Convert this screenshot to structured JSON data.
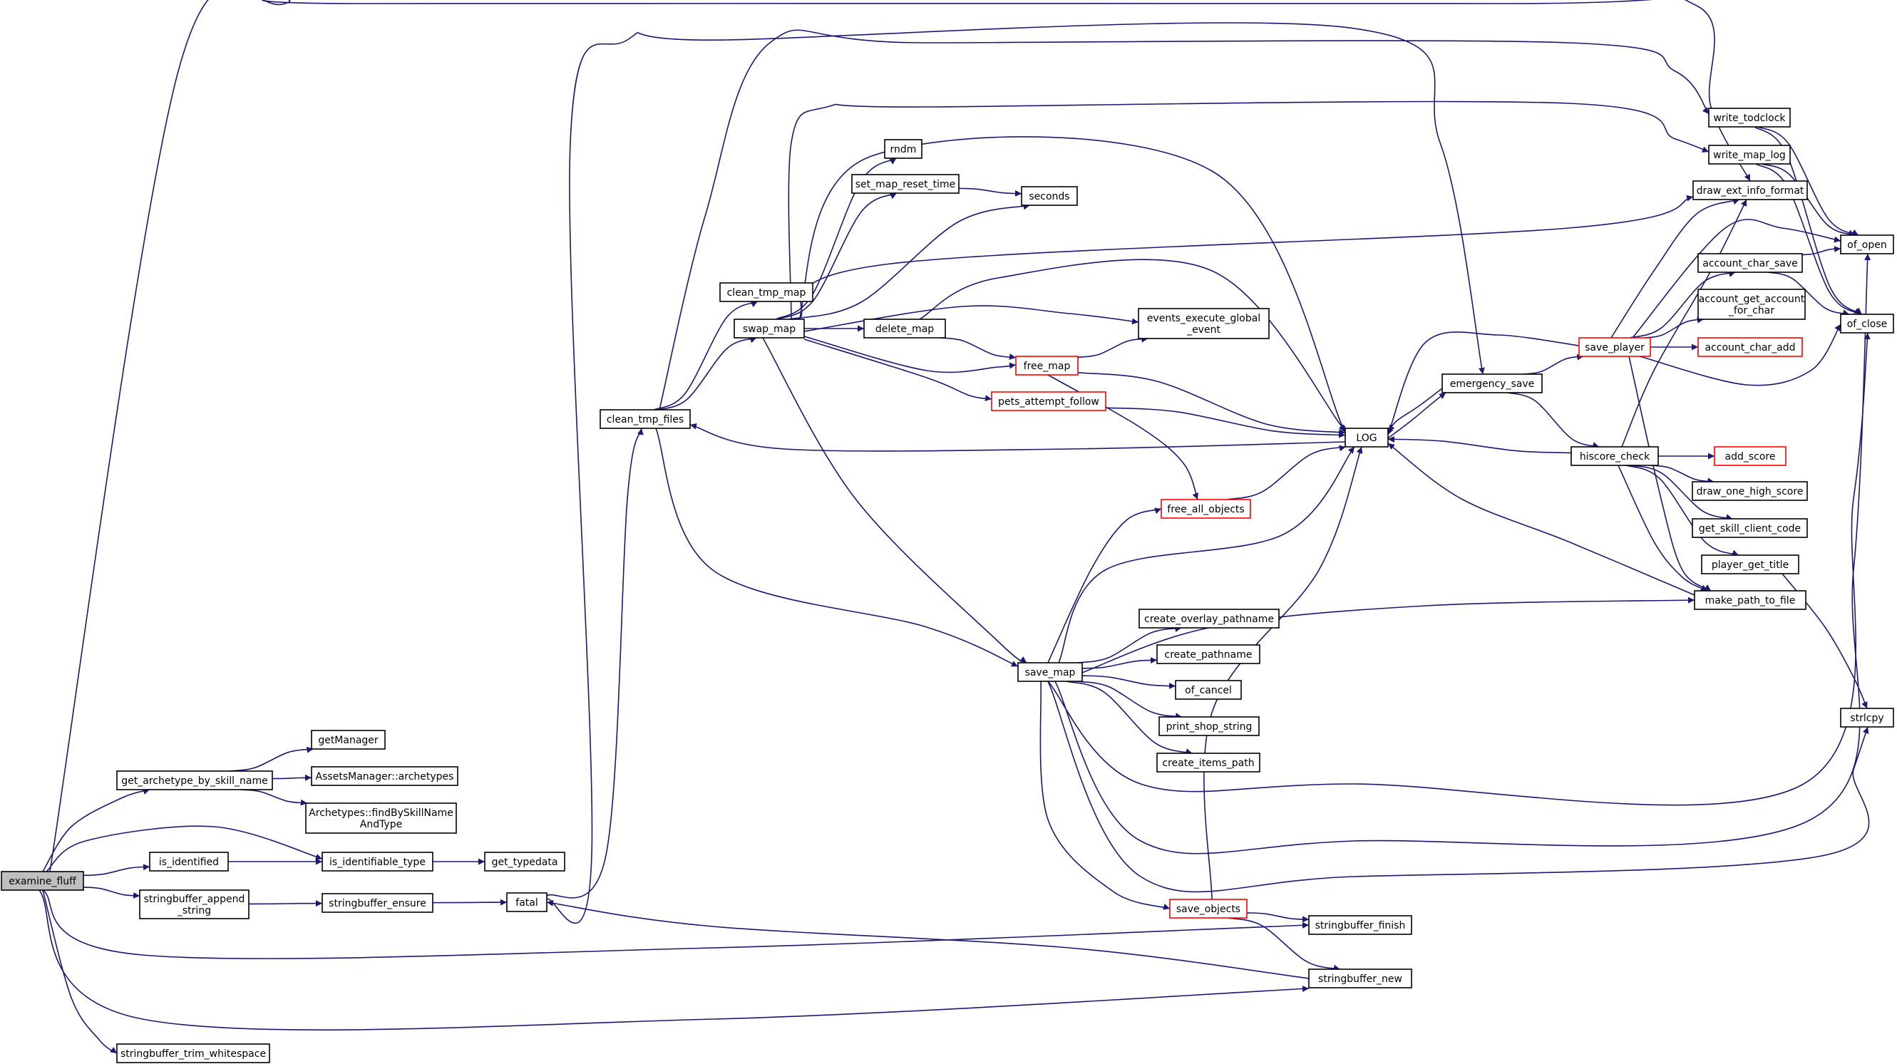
{
  "colors": {
    "edge": "#191970",
    "node_border": "#000000",
    "truncated_node_border": "#ff0000",
    "root_fill": "#bfbfbf"
  },
  "nodes": [
    {
      "id": "examine_fluff",
      "lines": [
        "examine_fluff"
      ],
      "root": true
    },
    {
      "id": "get_archetype_by_skill_name",
      "lines": [
        "get_archetype_by_skill_name"
      ]
    },
    {
      "id": "getManager",
      "lines": [
        "getManager"
      ]
    },
    {
      "id": "assets_archetypes",
      "lines": [
        "AssetsManager::archetypes"
      ]
    },
    {
      "id": "findBySkillNameAndType",
      "lines": [
        "Archetypes::findBySkillName",
        "AndType"
      ]
    },
    {
      "id": "is_identified",
      "lines": [
        "is_identified"
      ]
    },
    {
      "id": "is_identifiable_type",
      "lines": [
        "is_identifiable_type"
      ]
    },
    {
      "id": "get_typedata",
      "lines": [
        "get_typedata"
      ]
    },
    {
      "id": "stringbuffer_append_string",
      "lines": [
        "stringbuffer_append",
        "_string"
      ]
    },
    {
      "id": "stringbuffer_ensure",
      "lines": [
        "stringbuffer_ensure"
      ]
    },
    {
      "id": "fatal",
      "lines": [
        "fatal"
      ]
    },
    {
      "id": "stringbuffer_trim_whitespace",
      "lines": [
        "stringbuffer_trim_whitespace"
      ]
    },
    {
      "id": "clean_tmp_files",
      "lines": [
        "clean_tmp_files"
      ]
    },
    {
      "id": "clean_tmp_map",
      "lines": [
        "clean_tmp_map"
      ]
    },
    {
      "id": "swap_map",
      "lines": [
        "swap_map"
      ]
    },
    {
      "id": "rndm",
      "lines": [
        "rndm"
      ]
    },
    {
      "id": "set_map_reset_time",
      "lines": [
        "set_map_reset_time"
      ]
    },
    {
      "id": "seconds",
      "lines": [
        "seconds"
      ]
    },
    {
      "id": "delete_map",
      "lines": [
        "delete_map"
      ]
    },
    {
      "id": "free_map",
      "lines": [
        "free_map"
      ],
      "red": true
    },
    {
      "id": "events_execute_global_event",
      "lines": [
        "events_execute_global",
        "_event"
      ]
    },
    {
      "id": "pets_attempt_follow",
      "lines": [
        "pets_attempt_follow"
      ],
      "red": true
    },
    {
      "id": "free_all_objects",
      "lines": [
        "free_all_objects"
      ],
      "red": true
    },
    {
      "id": "LOG",
      "lines": [
        "LOG"
      ]
    },
    {
      "id": "emergency_save",
      "lines": [
        "emergency_save"
      ]
    },
    {
      "id": "save_player",
      "lines": [
        "save_player"
      ],
      "red": true
    },
    {
      "id": "hiscore_check",
      "lines": [
        "hiscore_check"
      ]
    },
    {
      "id": "save_map",
      "lines": [
        "save_map"
      ]
    },
    {
      "id": "create_overlay_pathname",
      "lines": [
        "create_overlay_pathname"
      ]
    },
    {
      "id": "create_pathname",
      "lines": [
        "create_pathname"
      ]
    },
    {
      "id": "of_cancel",
      "lines": [
        "of_cancel"
      ]
    },
    {
      "id": "print_shop_string",
      "lines": [
        "print_shop_string"
      ]
    },
    {
      "id": "create_items_path",
      "lines": [
        "create_items_path"
      ]
    },
    {
      "id": "save_objects",
      "lines": [
        "save_objects"
      ],
      "red": true
    },
    {
      "id": "stringbuffer_finish",
      "lines": [
        "stringbuffer_finish"
      ]
    },
    {
      "id": "stringbuffer_new",
      "lines": [
        "stringbuffer_new"
      ]
    },
    {
      "id": "write_todclock",
      "lines": [
        "write_todclock"
      ]
    },
    {
      "id": "write_map_log",
      "lines": [
        "write_map_log"
      ]
    },
    {
      "id": "draw_ext_info_format",
      "lines": [
        "draw_ext_info_format"
      ]
    },
    {
      "id": "of_open",
      "lines": [
        "of_open"
      ]
    },
    {
      "id": "account_char_save",
      "lines": [
        "account_char_save"
      ]
    },
    {
      "id": "account_get_account_for_char",
      "lines": [
        "account_get_account",
        "_for_char"
      ]
    },
    {
      "id": "of_close",
      "lines": [
        "of_close"
      ]
    },
    {
      "id": "account_char_add",
      "lines": [
        "account_char_add"
      ],
      "red": true
    },
    {
      "id": "add_score",
      "lines": [
        "add_score"
      ],
      "red": true
    },
    {
      "id": "draw_one_high_score",
      "lines": [
        "draw_one_high_score"
      ]
    },
    {
      "id": "get_skill_client_code",
      "lines": [
        "get_skill_client_code"
      ]
    },
    {
      "id": "player_get_title",
      "lines": [
        "player_get_title"
      ]
    },
    {
      "id": "make_path_to_file",
      "lines": [
        "make_path_to_file"
      ]
    },
    {
      "id": "strlcpy",
      "lines": [
        "strlcpy"
      ]
    }
  ],
  "edges": [
    [
      "examine_fluff",
      "get_archetype_by_skill_name"
    ],
    [
      "examine_fluff",
      "is_identified"
    ],
    [
      "examine_fluff",
      "is_identifiable_type"
    ],
    [
      "examine_fluff",
      "stringbuffer_append_string"
    ],
    [
      "examine_fluff",
      "stringbuffer_trim_whitespace"
    ],
    [
      "examine_fluff",
      "stringbuffer_finish"
    ],
    [
      "examine_fluff",
      "stringbuffer_new"
    ],
    [
      "examine_fluff",
      "draw_ext_info_format"
    ],
    [
      "get_archetype_by_skill_name",
      "getManager"
    ],
    [
      "get_archetype_by_skill_name",
      "assets_archetypes"
    ],
    [
      "get_archetype_by_skill_name",
      "findBySkillNameAndType"
    ],
    [
      "is_identified",
      "is_identifiable_type"
    ],
    [
      "is_identifiable_type",
      "get_typedata"
    ],
    [
      "stringbuffer_append_string",
      "stringbuffer_ensure"
    ],
    [
      "stringbuffer_ensure",
      "fatal"
    ],
    [
      "fatal",
      "clean_tmp_files"
    ],
    [
      "fatal",
      "emergency_save"
    ],
    [
      "clean_tmp_files",
      "clean_tmp_map"
    ],
    [
      "clean_tmp_files",
      "swap_map"
    ],
    [
      "clean_tmp_files",
      "save_map"
    ],
    [
      "clean_tmp_files",
      "write_todclock"
    ],
    [
      "swap_map",
      "rndm"
    ],
    [
      "swap_map",
      "set_map_reset_time"
    ],
    [
      "swap_map",
      "seconds"
    ],
    [
      "swap_map",
      "delete_map"
    ],
    [
      "swap_map",
      "free_map"
    ],
    [
      "swap_map",
      "events_execute_global_event"
    ],
    [
      "swap_map",
      "pets_attempt_follow"
    ],
    [
      "swap_map",
      "LOG"
    ],
    [
      "swap_map",
      "save_map"
    ],
    [
      "swap_map",
      "draw_ext_info_format"
    ],
    [
      "swap_map",
      "write_map_log"
    ],
    [
      "set_map_reset_time",
      "seconds"
    ],
    [
      "delete_map",
      "free_map"
    ],
    [
      "delete_map",
      "LOG"
    ],
    [
      "free_map",
      "events_execute_global_event"
    ],
    [
      "free_map",
      "free_all_objects"
    ],
    [
      "free_map",
      "LOG"
    ],
    [
      "pets_attempt_follow",
      "LOG"
    ],
    [
      "free_all_objects",
      "LOG"
    ],
    [
      "LOG",
      "clean_tmp_files"
    ],
    [
      "LOG",
      "emergency_save"
    ],
    [
      "emergency_save",
      "LOG"
    ],
    [
      "emergency_save",
      "save_player"
    ],
    [
      "emergency_save",
      "hiscore_check"
    ],
    [
      "save_player",
      "LOG"
    ],
    [
      "save_player",
      "draw_ext_info_format"
    ],
    [
      "save_player",
      "of_open"
    ],
    [
      "save_player",
      "account_char_save"
    ],
    [
      "save_player",
      "account_get_account_for_char"
    ],
    [
      "save_player",
      "account_char_add"
    ],
    [
      "save_player",
      "of_close"
    ],
    [
      "save_player",
      "make_path_to_file"
    ],
    [
      "hiscore_check",
      "LOG"
    ],
    [
      "hiscore_check",
      "add_score"
    ],
    [
      "hiscore_check",
      "draw_one_high_score"
    ],
    [
      "hiscore_check",
      "get_skill_client_code"
    ],
    [
      "hiscore_check",
      "player_get_title"
    ],
    [
      "hiscore_check",
      "draw_ext_info_format"
    ],
    [
      "hiscore_check",
      "make_path_to_file"
    ],
    [
      "save_map",
      "free_all_objects"
    ],
    [
      "save_map",
      "LOG"
    ],
    [
      "save_map",
      "create_overlay_pathname"
    ],
    [
      "save_map",
      "create_pathname"
    ],
    [
      "save_map",
      "of_cancel"
    ],
    [
      "save_map",
      "print_shop_string"
    ],
    [
      "save_map",
      "create_items_path"
    ],
    [
      "save_map",
      "save_objects"
    ],
    [
      "save_map",
      "make_path_to_file"
    ],
    [
      "save_map",
      "of_open"
    ],
    [
      "save_map",
      "of_close"
    ],
    [
      "save_map",
      "strlcpy"
    ],
    [
      "save_objects",
      "LOG"
    ],
    [
      "save_objects",
      "stringbuffer_finish"
    ],
    [
      "save_objects",
      "stringbuffer_new"
    ],
    [
      "stringbuffer_new",
      "fatal"
    ],
    [
      "write_todclock",
      "of_open"
    ],
    [
      "write_todclock",
      "of_close"
    ],
    [
      "write_map_log",
      "of_open"
    ],
    [
      "write_map_log",
      "of_close"
    ],
    [
      "account_char_save",
      "of_open"
    ],
    [
      "account_char_save",
      "of_close"
    ],
    [
      "make_path_to_file",
      "LOG"
    ],
    [
      "player_get_title",
      "strlcpy"
    ]
  ]
}
